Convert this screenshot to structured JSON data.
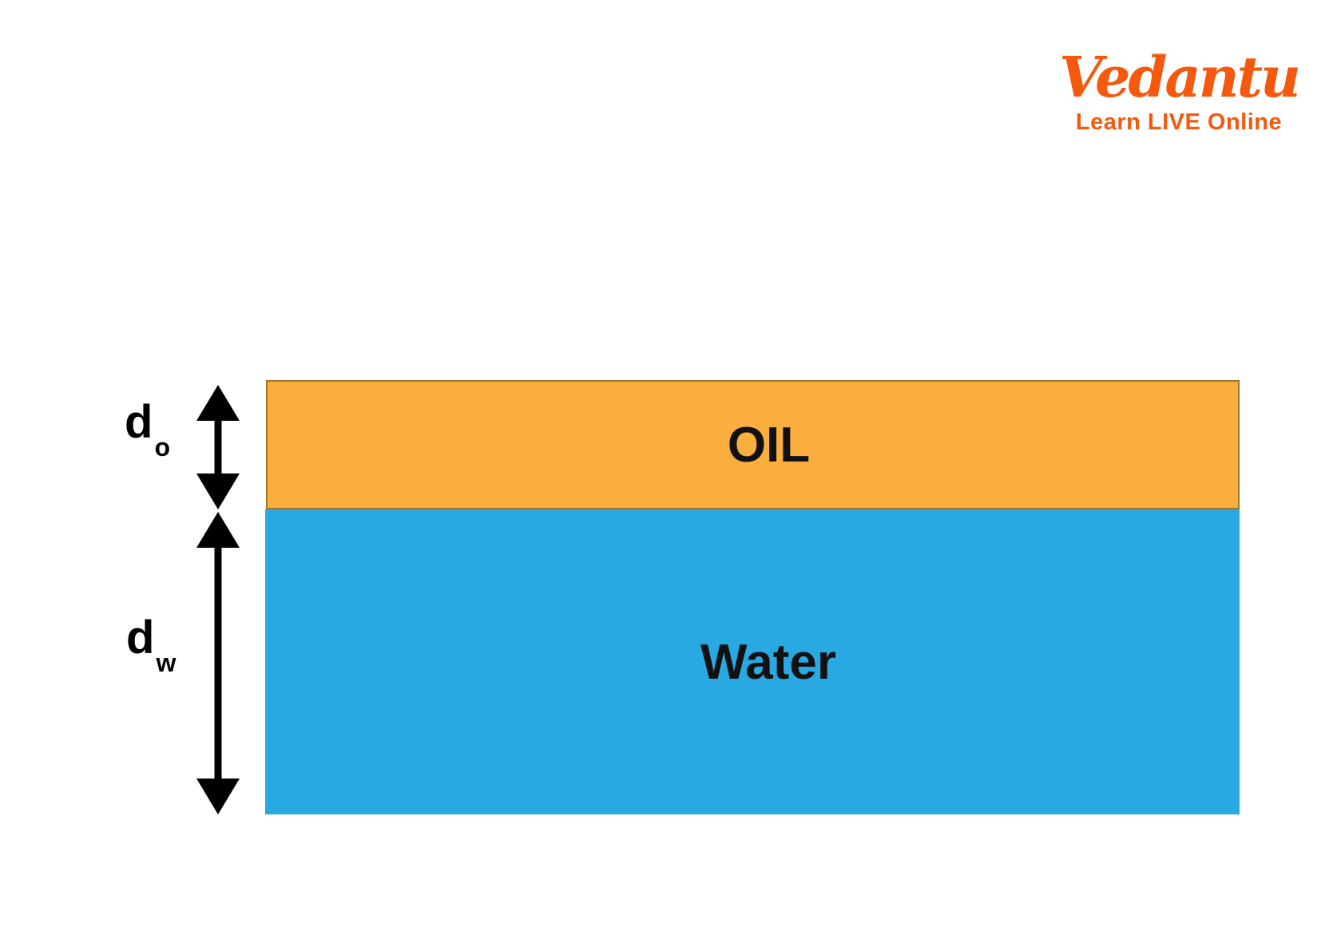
{
  "logo": {
    "brand": "Vedantu",
    "tagline": "Learn LIVE Online",
    "color": "#F4590D"
  },
  "diagram": {
    "oil": {
      "label": "OIL",
      "fill": "#F9AE3D",
      "border": "#A0762B"
    },
    "water": {
      "label": "Water",
      "fill": "#29A9E1"
    },
    "depth_oil": {
      "symbol": "d",
      "subscript": "o"
    },
    "depth_water": {
      "symbol": "d",
      "subscript": "w"
    },
    "arrow_color": "#000000"
  }
}
